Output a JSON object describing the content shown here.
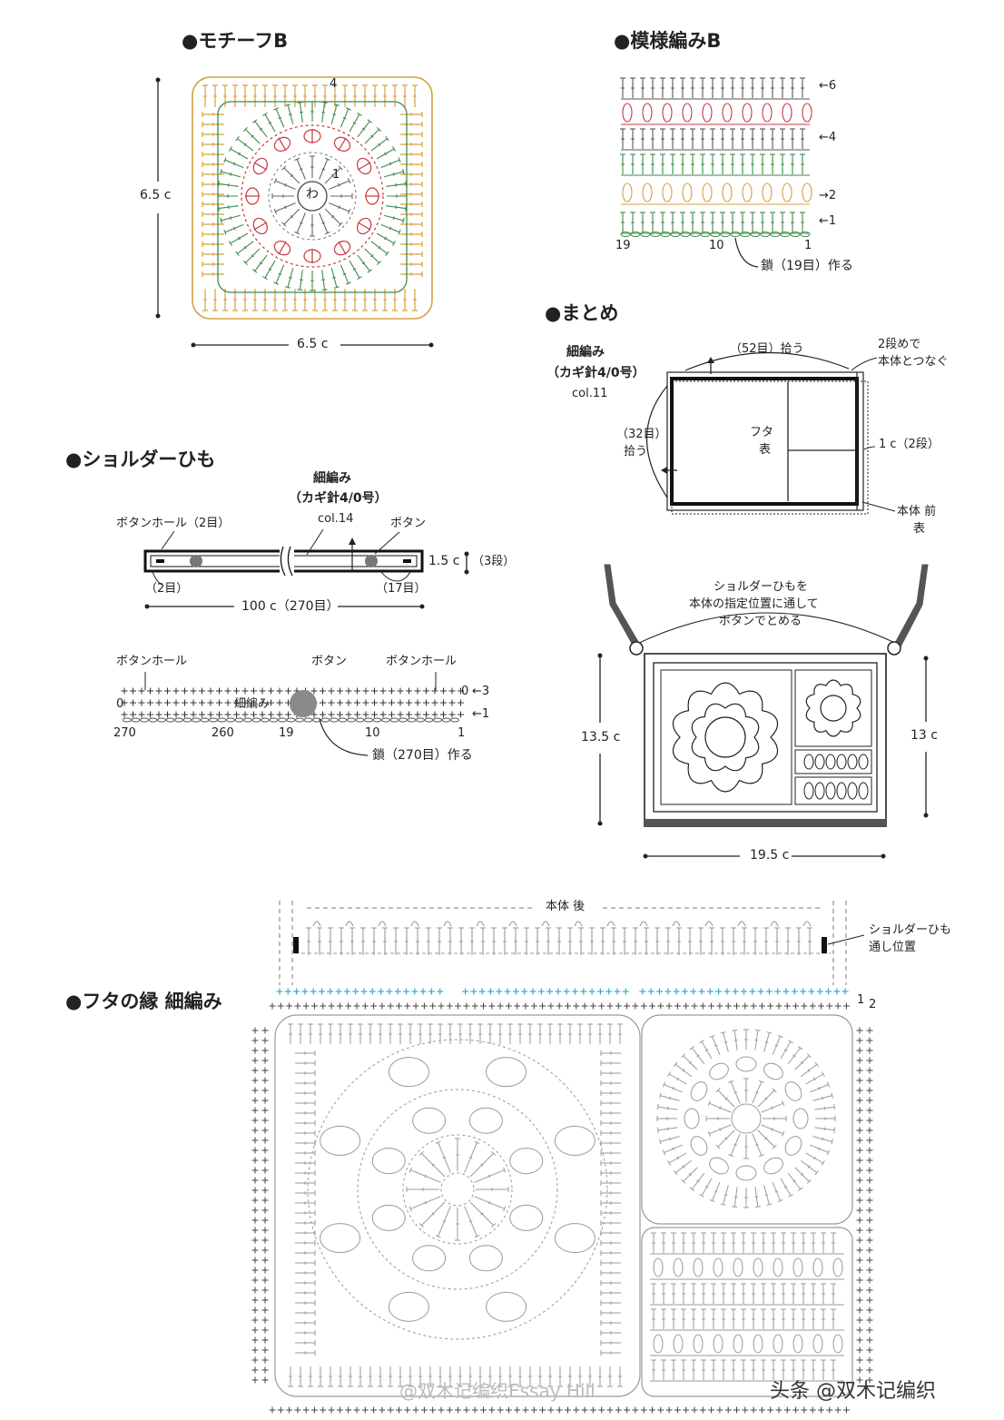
{
  "sections": {
    "motif_b": "●モチーフB",
    "pattern_b": "●模様編みB",
    "assembly": "●まとめ",
    "strap": "●ショルダーひも",
    "flap_edge": "●フタの縁 細編み"
  },
  "motif": {
    "dim_w": "6.5 c",
    "dim_h": "6.5 c",
    "round4": "4",
    "round1": "1",
    "ring": "わ"
  },
  "pattern": {
    "row6": "←6",
    "row4": "←4",
    "row2": "→2",
    "row1": "←1",
    "n19": "19",
    "n10": "10",
    "n1": "1",
    "chain": "鎖（19目）作る"
  },
  "assembly": {
    "sc": "細編み",
    "hook": "（カギ針4/0号）",
    "col": "col.11",
    "pick52": "（52目）拾う",
    "pick32": "（32目）",
    "pick32b": "拾う",
    "join1": "2段めで",
    "join2": "本体とつなぐ",
    "flap1": "フタ",
    "flap2": "表",
    "band": "1 c（2段）",
    "front1": "本体 前",
    "front2": "表"
  },
  "finished": {
    "note1": "ショルダーひもを",
    "note2": "本体の指定位置に通して",
    "note3": "ボタンでとめる",
    "h_left": "13.5 c",
    "h_right": "13 c",
    "width": "19.5 c"
  },
  "strap": {
    "sc": "細編み",
    "hook": "（カギ針4/0号）",
    "col": "col.14",
    "bh2": "ボタンホール（2目）",
    "button": "ボタン",
    "two": "（2目）",
    "seventeen": "（17目）",
    "width": "1.5 c",
    "rows": "（3段）",
    "length": "100 c（270目）"
  },
  "strap_chart": {
    "bh_left": "ボタンホール",
    "button": "ボタン",
    "bh_right": "ボタンホール",
    "sc": "細編み",
    "zero_top": "0",
    "zero_bot": "0",
    "r3": "←3",
    "r1": "←1",
    "n270": "270",
    "n260": "260",
    "n19": "19",
    "n10": "10",
    "n1": "1",
    "chain": "鎖（270目）作る"
  },
  "flap_chart": {
    "back": "本体 後",
    "pass1": "ショルダーひも",
    "pass2": "通し位置",
    "one": "1",
    "two": "2"
  },
  "watermark": {
    "left": "@双木记编织Essay Hill",
    "right": "头条 @双木记编织"
  },
  "colors": {
    "orange": "#d4a040",
    "green": "#3f8a4a",
    "red": "#c8393b",
    "cyan": "#35a9c9",
    "gray": "#9a9a9a",
    "dark": "#444444"
  }
}
